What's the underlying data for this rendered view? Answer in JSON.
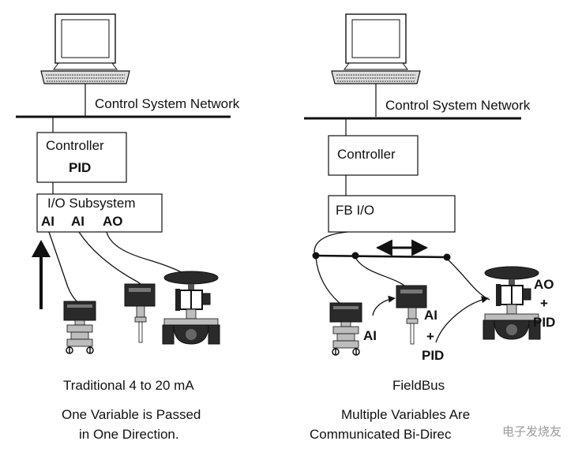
{
  "left": {
    "network_label": "Control System Network",
    "controller_label": "Controller",
    "pid_label": "PID",
    "io_label": "I/O Subsystem",
    "io_ports": [
      "AI",
      "AI",
      "AO"
    ],
    "caption_1": "Traditional 4 to 20 mA",
    "caption_2": "One Variable is Passed",
    "caption_3": "in One Direction."
  },
  "right": {
    "network_label": "Control System Network",
    "controller_label": "Controller",
    "fbio_label": "FB I/O",
    "ai_label_1": "AI",
    "ai_label_2": "AI",
    "plus_1": "+",
    "pid_label_1": "PID",
    "ao_label": "AO",
    "plus_2": "+",
    "pid_label_2": "PID",
    "caption_1": "FieldBus",
    "caption_2": "Multiple Variables Are",
    "caption_3": "Communicated Bi-Direc"
  },
  "watermark": "电子发烧友",
  "icons": [
    "computer-icon",
    "transmitter-icon",
    "temperature-sensor-icon",
    "control-valve-icon",
    "up-arrow-icon",
    "bidirectional-arrow-icon"
  ]
}
